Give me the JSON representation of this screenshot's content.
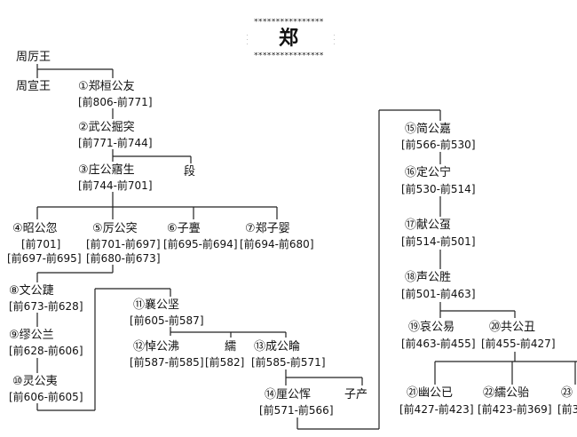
{
  "title": "郑",
  "title_border": "****************",
  "title_border_side": "***",
  "people": {
    "zhouliwang": {
      "name": "周厉王"
    },
    "zhouxuanwang": {
      "name": "周宣王"
    },
    "p1": {
      "name": "①郑桓公友",
      "date": "[前806-前771]"
    },
    "p2": {
      "name": "②武公掘突",
      "date": "[前771-前744]"
    },
    "p3": {
      "name": "③庄公寤生",
      "date": "[前744-前701]"
    },
    "duan": {
      "name": "段"
    },
    "p4": {
      "name": "④昭公忽",
      "date": "[前701]",
      "date2": "[前697-前695]"
    },
    "p5": {
      "name": "⑤厉公突",
      "date": "[前701-前697]",
      "date2": "[前680-前673]"
    },
    "p6": {
      "name": "⑥子亹",
      "date": "[前695-前694]"
    },
    "p7": {
      "name": "⑦郑子婴",
      "date": "[前694-前680]"
    },
    "p8": {
      "name": "⑧文公踕",
      "date": "[前673-前628]"
    },
    "p9": {
      "name": "⑨缪公兰",
      "date": "[前628-前606]"
    },
    "p10": {
      "name": "⑩灵公夷",
      "date": "[前606-前605]"
    },
    "p11": {
      "name": "⑪襄公坚",
      "date": "[前605-前587]"
    },
    "p12": {
      "name": "⑫悼公沸",
      "date": "[前587-前585]"
    },
    "xu": {
      "name": "繻",
      "date": "[前582]"
    },
    "p13": {
      "name": "⑬成公睔",
      "date": "[前585-前571]"
    },
    "p14": {
      "name": "⑭厘公恽",
      "date": "[前571-前566]"
    },
    "zichan": {
      "name": "子产"
    },
    "p15": {
      "name": "⑮简公嘉",
      "date": "[前566-前530]"
    },
    "p16": {
      "name": "⑯定公宁",
      "date": "[前530-前514]"
    },
    "p17": {
      "name": "⑰献公虿",
      "date": "[前514-前501]"
    },
    "p18": {
      "name": "⑱声公胜",
      "date": "[前501-前463]"
    },
    "p19": {
      "name": "⑲哀公易",
      "date": "[前463-前455]"
    },
    "p20": {
      "name": "⑳共公丑",
      "date": "[前455-前427]"
    },
    "p21": {
      "name": "㉑幽公已",
      "date": "[前427-前423]"
    },
    "p22": {
      "name": "㉒繻公骀",
      "date": "[前423-前369]"
    },
    "p23": {
      "name": "㉓",
      "date": "[前3"
    }
  }
}
